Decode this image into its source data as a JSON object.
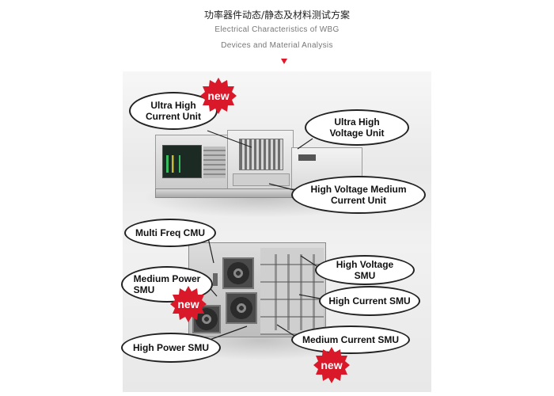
{
  "header": {
    "title_cn": "功率器件动态/静态及材料测试方案",
    "subtitle_line1": "Electrical Characteristics of WBG",
    "subtitle_line2": "Devices and Material Analysis"
  },
  "callouts": {
    "ultra_high_current": [
      "Ultra High",
      "Current Unit"
    ],
    "ultra_high_voltage": [
      "Ultra High",
      "Voltage Unit"
    ],
    "hv_medium_current": [
      "High Voltage Medium",
      "Current Unit"
    ],
    "multi_freq_cmu": "Multi Freq CMU",
    "medium_power_smu": [
      "Medium Power",
      "SMU"
    ],
    "high_voltage_smu": "High Voltage SMU",
    "high_current_smu": "High Current SMU",
    "high_power_smu": "High Power SMU",
    "medium_current_smu": "Medium Current SMU"
  },
  "badge_text": "new",
  "colors": {
    "accent": "#e0192a",
    "badge": "#d9182a"
  },
  "icons": [
    "down-arrow-icon",
    "new-badge-icon"
  ]
}
